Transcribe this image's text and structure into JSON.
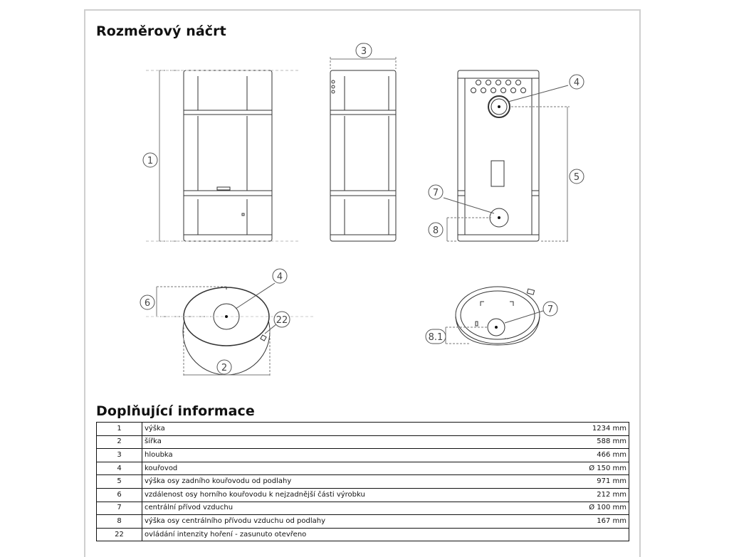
{
  "sections": {
    "sketch_title": "Rozměrový náčrt",
    "info_title": "Doplňující informace"
  },
  "callouts": {
    "c1": "1",
    "c2": "2",
    "c3": "3",
    "c4": "4",
    "c5": "5",
    "c6": "6",
    "c7": "7",
    "c8": "8",
    "c22": "22",
    "c8_1": "8.1"
  },
  "table": {
    "rows": [
      {
        "num": "1",
        "desc": "výška",
        "value": "1234 mm"
      },
      {
        "num": "2",
        "desc": "šířka",
        "value": "588 mm"
      },
      {
        "num": "3",
        "desc": "hloubka",
        "value": "466 mm"
      },
      {
        "num": "4",
        "desc": "kouřovod",
        "value": "Ø 150 mm"
      },
      {
        "num": "5",
        "desc": "výška osy zadního kouřovodu od podlahy",
        "value": "971 mm"
      },
      {
        "num": "6",
        "desc": "vzdálenost osy horního kouřovodu k nejzadnější části výrobku",
        "value": "212 mm"
      },
      {
        "num": "7",
        "desc": "centrální přívod vzduchu",
        "value": "Ø 100 mm"
      },
      {
        "num": "8",
        "desc": "výška osy centrálního přívodu vzduchu od podlahy",
        "value": "167 mm"
      },
      {
        "num": "22",
        "desc": "ovládání intenzity hoření - zasunuto otevřeno",
        "value": ""
      }
    ]
  },
  "colors": {
    "line": "#333333",
    "dim": "#666666",
    "border": "#cfcfcf"
  }
}
